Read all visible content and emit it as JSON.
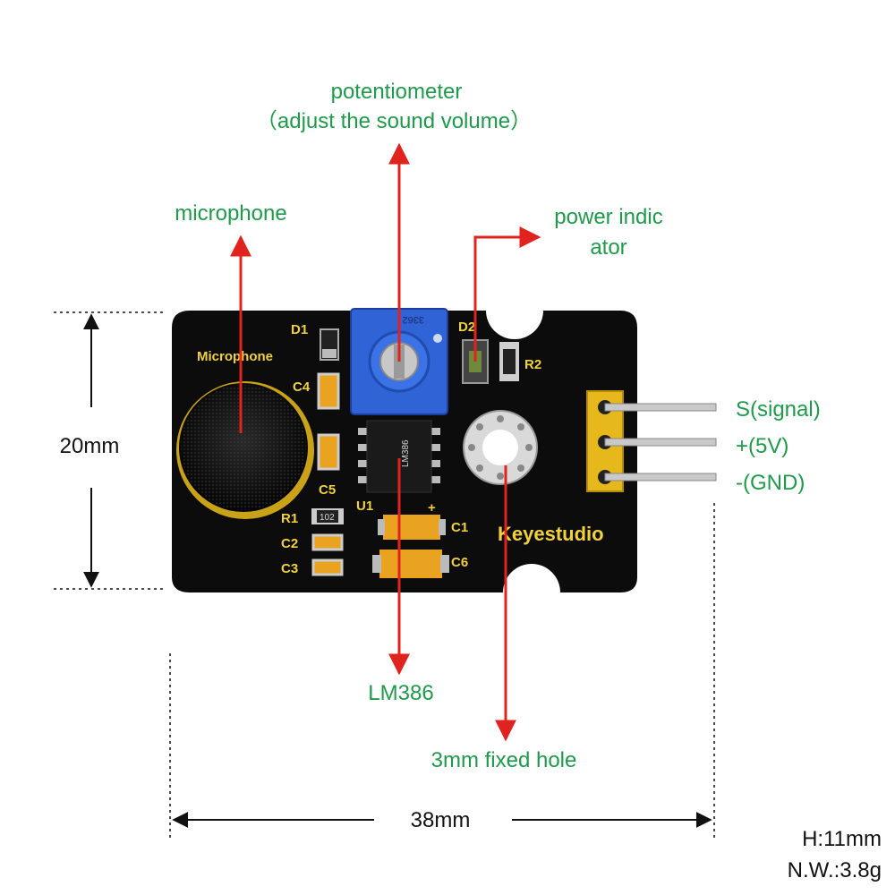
{
  "callouts": {
    "potentiometer": "potentiometer",
    "potentiometer_note": "（adjust the sound volume）",
    "microphone": "microphone",
    "power_line1": "power indic",
    "power_line2": "ator",
    "lm386": "LM386",
    "fixed_hole": "3mm fixed hole"
  },
  "pins": {
    "signal": "S(signal)",
    "vcc": "+(5V)",
    "gnd": "-(GND)"
  },
  "dimensions": {
    "height": "20mm",
    "width": "38mm",
    "thickness": "H:11mm",
    "weight": "N.W.:3.8g"
  },
  "board": {
    "brand": "Keyestudio",
    "mic_label": "Microphone",
    "d1": "D1",
    "d2": "D2",
    "r1": "R1",
    "r2": "R2",
    "c1": "C1",
    "c2": "C2",
    "c3": "C3",
    "c4": "C4",
    "c5": "C5",
    "c6": "C6",
    "u1": "U1",
    "plus": "+",
    "pot_marking": "3362",
    "chip_marking": "LM386",
    "r1_marking": "102"
  },
  "colors": {
    "board": "#0c0c0c",
    "silkscreen": "#f2d23c",
    "callout_text": "#1f9a4b",
    "arrow": "#e0231f",
    "potentiometer": "#2f63d6",
    "header": "#e6b81c",
    "capacitor": "#e9a321"
  }
}
